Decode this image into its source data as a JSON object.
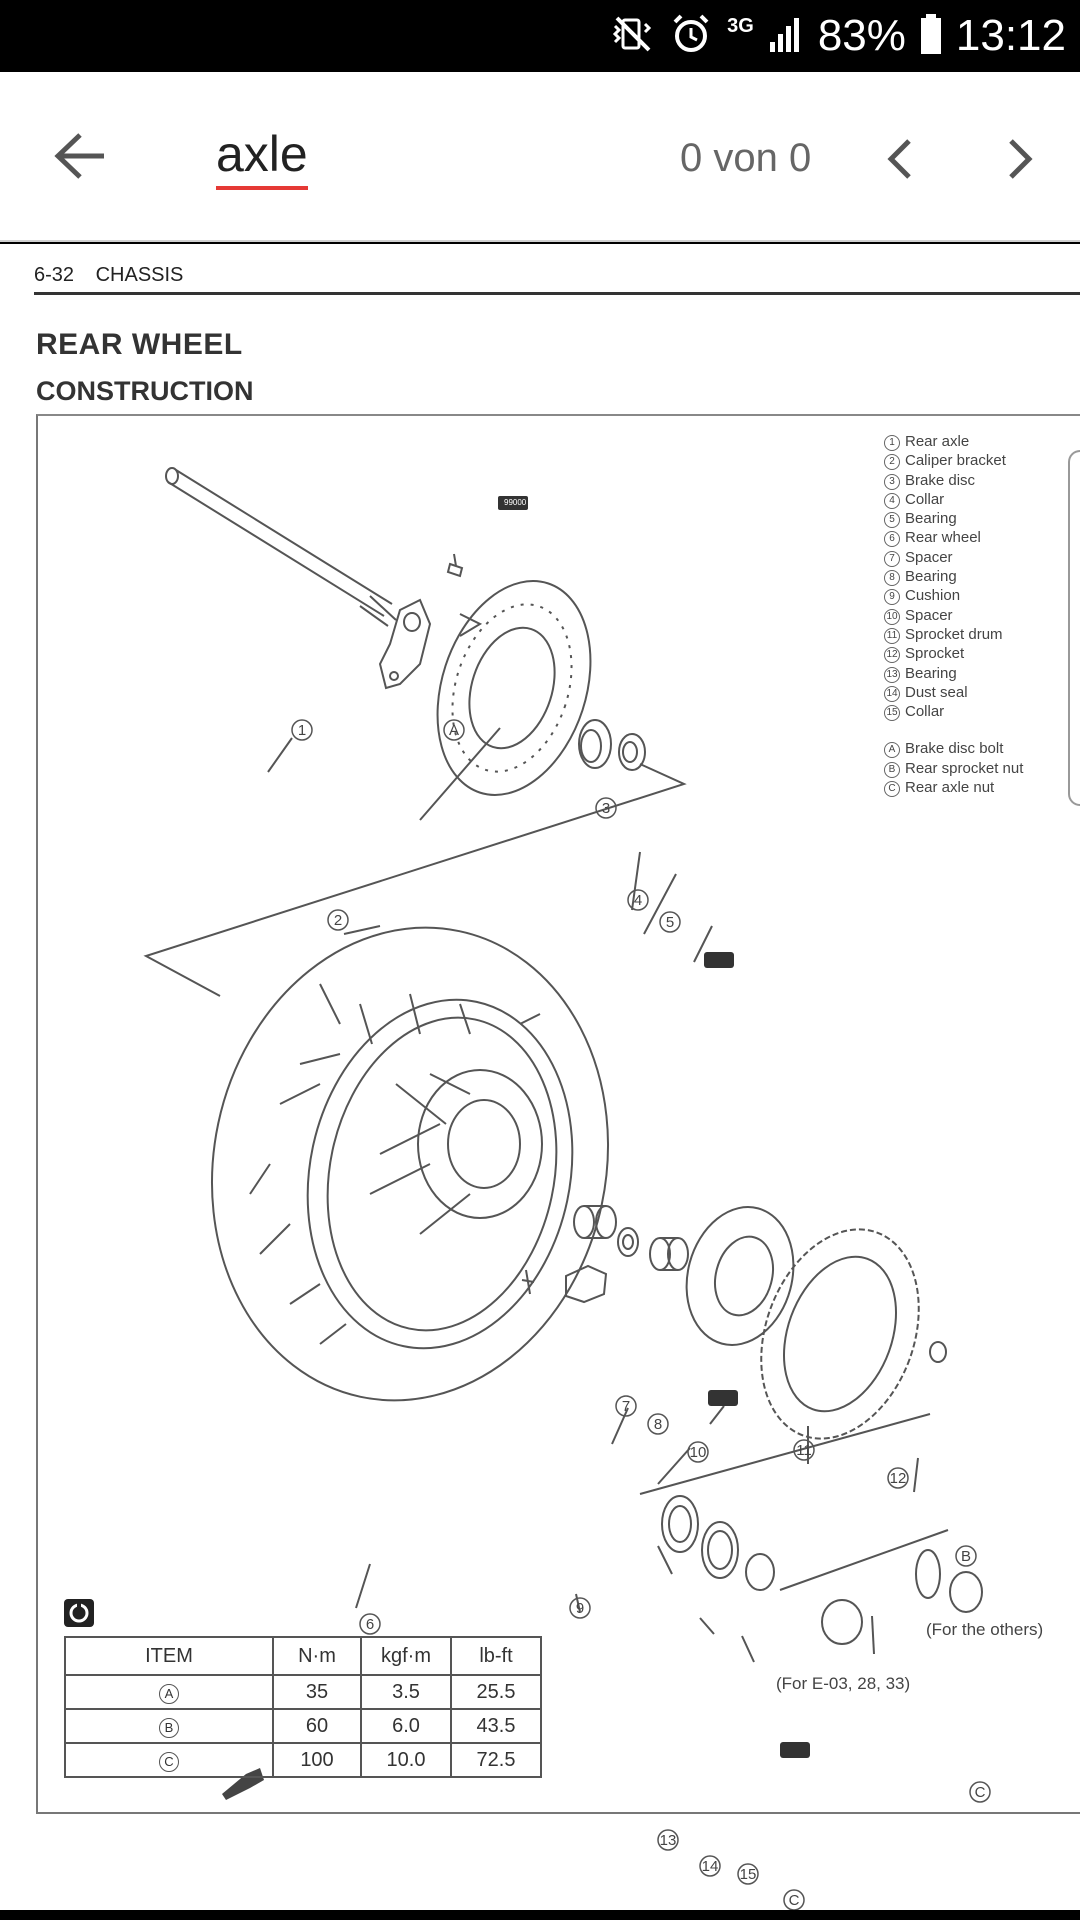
{
  "status_bar": {
    "network": "3G",
    "battery": "83%",
    "time": "13:12"
  },
  "search": {
    "query": "axle",
    "match_count": "0 von 0"
  },
  "document": {
    "page_number": "6-32",
    "section": "CHASSIS",
    "title": "REAR WHEEL",
    "subtitle": "CONSTRUCTION",
    "legend": [
      {
        "num": "1",
        "label": "Rear axle"
      },
      {
        "num": "2",
        "label": "Caliper bracket"
      },
      {
        "num": "3",
        "label": "Brake disc"
      },
      {
        "num": "4",
        "label": "Collar"
      },
      {
        "num": "5",
        "label": "Bearing"
      },
      {
        "num": "6",
        "label": "Rear wheel"
      },
      {
        "num": "7",
        "label": "Spacer"
      },
      {
        "num": "8",
        "label": "Bearing"
      },
      {
        "num": "9",
        "label": "Cushion"
      },
      {
        "num": "10",
        "label": "Spacer"
      },
      {
        "num": "11",
        "label": "Sprocket drum"
      },
      {
        "num": "12",
        "label": "Sprocket"
      },
      {
        "num": "13",
        "label": "Bearing"
      },
      {
        "num": "14",
        "label": "Dust seal"
      },
      {
        "num": "15",
        "label": "Collar"
      }
    ],
    "legend_letters": [
      {
        "letter": "A",
        "label": "Brake disc bolt"
      },
      {
        "letter": "B",
        "label": "Rear sprocket nut"
      },
      {
        "letter": "C",
        "label": "Rear axle nut"
      }
    ],
    "notes": {
      "for_others": "(For the others)",
      "for_e03": "(For E-03, 28, 33)",
      "fwd": "FWD",
      "thread_lock": "99000"
    },
    "torque_table": {
      "headers": [
        "ITEM",
        "N·m",
        "kgf·m",
        "lb-ft"
      ],
      "rows": [
        {
          "item": "A",
          "nm": "35",
          "kgfm": "3.5",
          "lbft": "25.5"
        },
        {
          "item": "B",
          "nm": "60",
          "kgfm": "6.0",
          "lbft": "43.5"
        },
        {
          "item": "C",
          "nm": "100",
          "kgfm": "10.0",
          "lbft": "72.5"
        }
      ]
    }
  }
}
